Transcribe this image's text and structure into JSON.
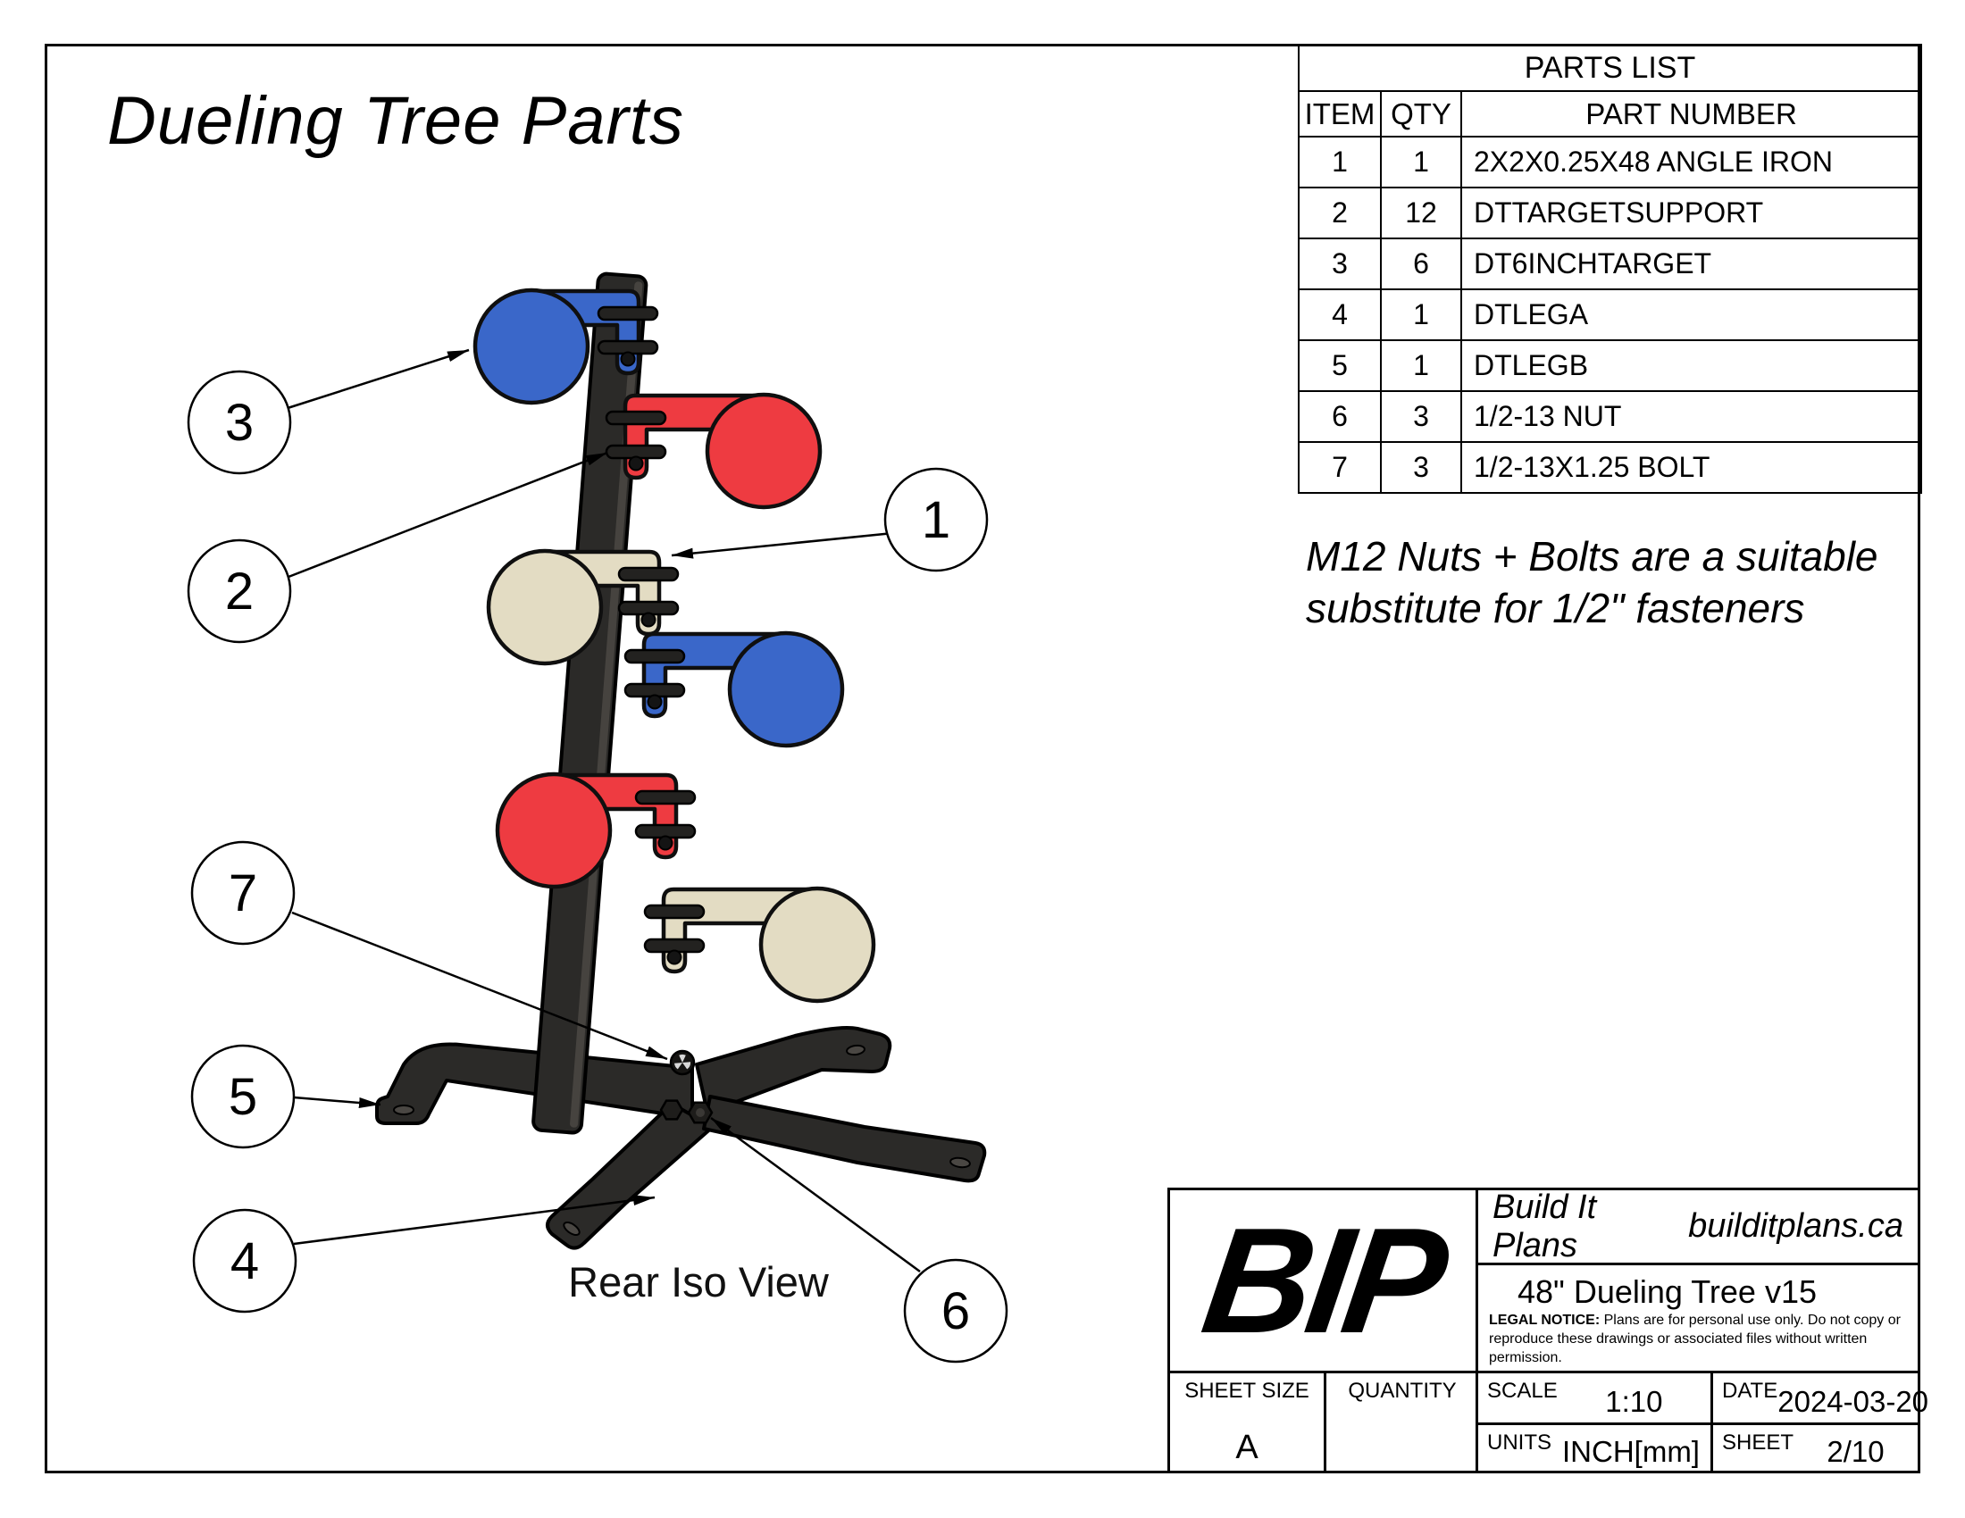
{
  "page": {
    "title": "Dueling Tree Parts",
    "view_label": "Rear Iso View"
  },
  "parts_list": {
    "title": "PARTS LIST",
    "columns": [
      "ITEM",
      "QTY",
      "PART NUMBER"
    ],
    "rows": [
      {
        "item": "1",
        "qty": "1",
        "part_number": "2X2X0.25X48 ANGLE IRON"
      },
      {
        "item": "2",
        "qty": "12",
        "part_number": "DTTARGETSUPPORT"
      },
      {
        "item": "3",
        "qty": "6",
        "part_number": "DT6INCHTARGET"
      },
      {
        "item": "4",
        "qty": "1",
        "part_number": "DTLEGA"
      },
      {
        "item": "5",
        "qty": "1",
        "part_number": "DTLEGB"
      },
      {
        "item": "6",
        "qty": "3",
        "part_number": "1/2-13 NUT"
      },
      {
        "item": "7",
        "qty": "3",
        "part_number": "1/2-13X1.25 BOLT"
      }
    ]
  },
  "note": {
    "line1": "M12 Nuts + Bolts are a suitable",
    "line2": "substitute for 1/2\" fasteners"
  },
  "callouts": {
    "c1": "1",
    "c2": "2",
    "c3": "3",
    "c4": "4",
    "c5": "5",
    "c6": "6",
    "c7": "7"
  },
  "title_block": {
    "logo": "BIP",
    "company": "Build It Plans",
    "website": "builditplans.ca",
    "drawing_title": "48\" Dueling Tree v15",
    "legal_label": "LEGAL NOTICE:",
    "legal_text": "Plans are for personal use only. Do not copy or reproduce these drawings or associated files without written permission.",
    "sheet_size_label": "SHEET SIZE",
    "sheet_size": "A",
    "quantity_label": "QUANTITY",
    "scale_label": "SCALE",
    "scale": "1:10",
    "date_label": "DATE",
    "date": "2024-03-20",
    "units_label": "UNITS",
    "units": "INCH[mm]",
    "sheet_label": "SHEET",
    "sheet": "2/10"
  },
  "colors": {
    "blue": "#3A67C9",
    "red": "#EE3B41",
    "cream": "#E3DCC3",
    "steel": "#2B2A28"
  }
}
